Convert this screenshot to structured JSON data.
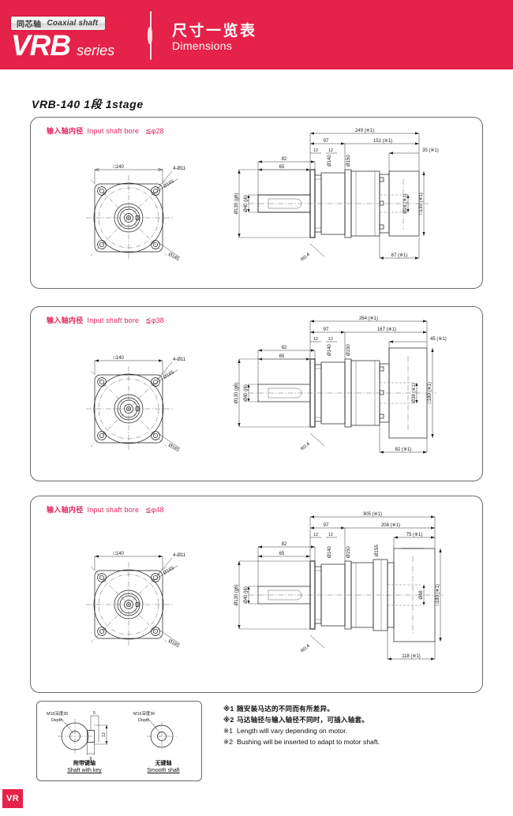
{
  "header": {
    "badge_cn": "同芯轴",
    "badge_en": "Coaxial shaft",
    "series_name": "VRB",
    "series_word": "series",
    "title_cn": "尺寸一览表",
    "title_en": "Dimensions",
    "brand_color": "#e5224a"
  },
  "model_title": "VRB-140  1段  1stage",
  "sections": [
    {
      "bore_cn": "输入轴内径",
      "bore_en": "Input shaft bore",
      "bore_value": "≦φ28",
      "flange": {
        "square": "□140",
        "holes": "4-Ø11",
        "bolt_circle": "Ø165",
        "outer_dia": "Ø185"
      },
      "side": {
        "total_len": "249 (※1)",
        "front_len": "97",
        "rear_len": "152 (※1)",
        "d12a": "12",
        "d12b": "12",
        "d82": "82",
        "d65": "65",
        "motor_flange_len": "35 (※1)",
        "body_dia_1": "Ø140",
        "body_dia_2": "Ø150",
        "pilot_dia": "Ø130 (g6)",
        "shaft_dia": "Ø40 (j6)",
        "motor_shaft_dia": "Ø28 (※1)",
        "motor_square": "□130 (※1)",
        "fillet": "R0.4",
        "motor_len": "67 (※1)"
      }
    },
    {
      "bore_cn": "输入轴内径",
      "bore_en": "Input shaft bore",
      "bore_value": "≦φ38",
      "flange": {
        "square": "□140",
        "holes": "4-Ø11",
        "bolt_circle": "Ø165",
        "outer_dia": "Ø185"
      },
      "side": {
        "total_len": "264 (※1)",
        "front_len": "97",
        "rear_len": "167 (※1)",
        "d12a": "12",
        "d12b": "12",
        "d82": "82",
        "d65": "65",
        "motor_flange_len": "45 (※1)",
        "body_dia_1": "Ø140",
        "body_dia_2": "Ø150",
        "pilot_dia": "Ø130 (g6)",
        "shaft_dia": "Ø40 (j6)",
        "motor_shaft_dia": "Ø38 (※1)",
        "motor_square": "□180 (※1)",
        "fillet": "R0.4",
        "motor_len": "82 (※1)"
      }
    },
    {
      "bore_cn": "输入轴内径",
      "bore_en": "Input shaft bore",
      "bore_value": "≦φ48",
      "flange": {
        "square": "□140",
        "holes": "4-Ø11",
        "bolt_circle": "Ø165",
        "outer_dia": "Ø185"
      },
      "side": {
        "total_len": "305 (※1)",
        "front_len": "97",
        "rear_len": "208 (※1)",
        "d12a": "12",
        "d12b": "12",
        "d82": "82",
        "d65": "65",
        "motor_flange_len": "75 (※1)",
        "body_dia_1": "Ø140",
        "body_dia_2": "Ø150",
        "body_dia_3": "Ø155",
        "pilot_dia": "Ø130 (g6)",
        "shaft_dia": "Ø40 (j6)",
        "motor_shaft_dia": "Ø48",
        "motor_square": "□180 (※1)",
        "fillet": "R0.4",
        "motor_len": "118 (※1)"
      }
    }
  ],
  "shaft_detail": {
    "keyed": {
      "thread_cn": "M16深度36",
      "thread_en": "Depth",
      "dim_width": "5",
      "dim_height": "12",
      "dim_key": "8",
      "caption_cn": "附带键轴",
      "caption_en": "Shaft with key"
    },
    "smooth": {
      "thread_cn": "M16深度36",
      "thread_en": "Depth",
      "caption_cn": "无键轴",
      "caption_en": "Smooth shaft"
    }
  },
  "notes": [
    {
      "mark": "※1",
      "text": "随安装马达的不同而有所差异。",
      "lang": "cn"
    },
    {
      "mark": "※2",
      "text": "马达轴径与输入轴径不同时，可插入轴套。",
      "lang": "cn"
    },
    {
      "mark": "※1",
      "text": "Length will vary depending on motor.",
      "lang": "en"
    },
    {
      "mark": "※2",
      "text": "Bushing will be inserted to adapt to motor shaft.",
      "lang": "en"
    }
  ],
  "footer": {
    "tab_label": "VR"
  }
}
